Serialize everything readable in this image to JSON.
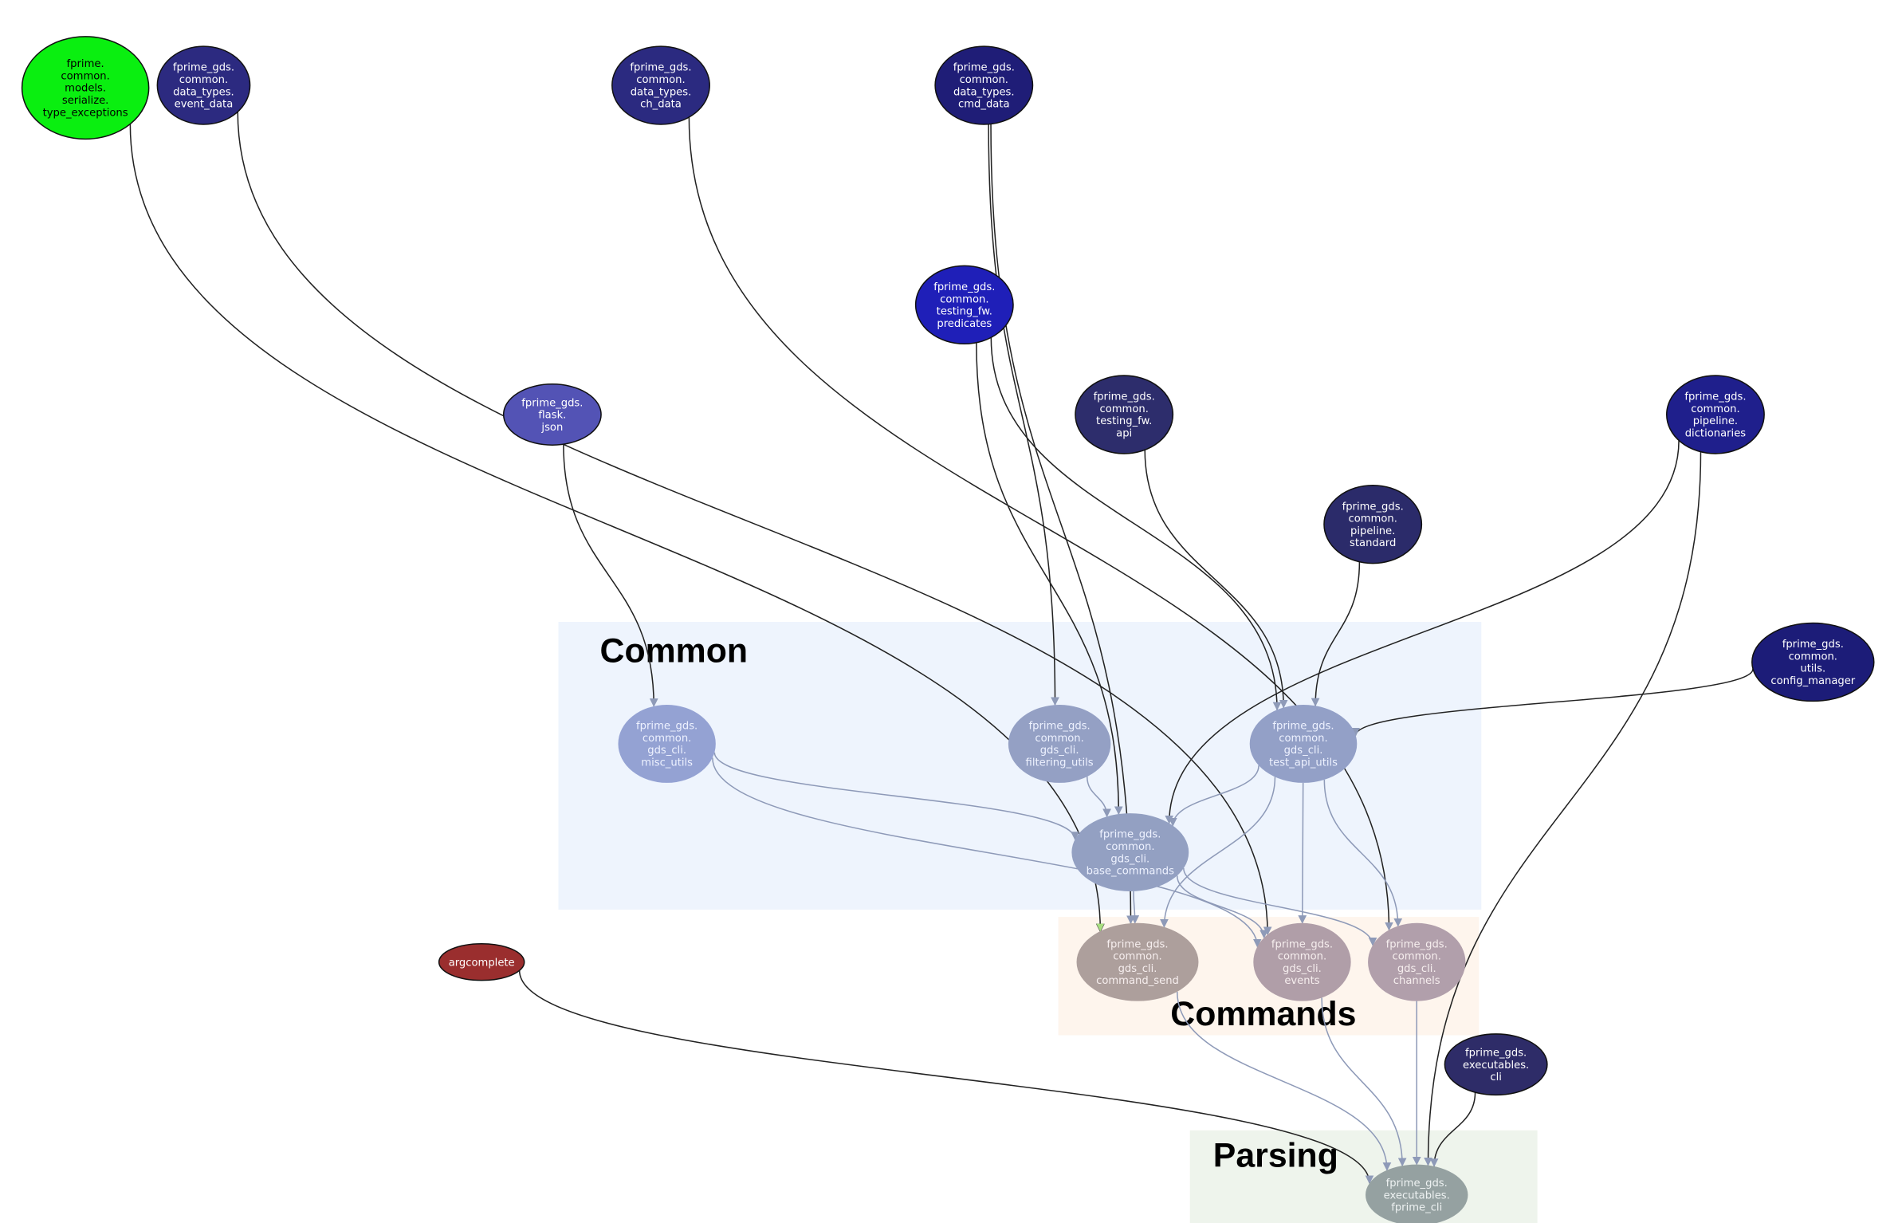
{
  "clusters": [
    {
      "id": "common",
      "title": "Common",
      "color": "#eef4fd"
    },
    {
      "id": "commands",
      "title": "Commands",
      "color": "#fef5ed"
    },
    {
      "id": "parsing",
      "title": "Parsing",
      "color": "#eef4ec"
    }
  ],
  "nodes": [
    {
      "id": "type_exceptions",
      "lines": [
        "fprime.",
        "common.",
        "models.",
        "serialize.",
        "type_exceptions"
      ],
      "fill": "#0aef10",
      "text": "#000000"
    },
    {
      "id": "event_data",
      "lines": [
        "fprime_gds.",
        "common.",
        "data_types.",
        "event_data"
      ],
      "fill": "#2c2a80",
      "text": "#ffffff"
    },
    {
      "id": "ch_data",
      "lines": [
        "fprime_gds.",
        "common.",
        "data_types.",
        "ch_data"
      ],
      "fill": "#2b2a80",
      "text": "#ffffff"
    },
    {
      "id": "cmd_data",
      "lines": [
        "fprime_gds.",
        "common.",
        "data_types.",
        "cmd_data"
      ],
      "fill": "#1f1d77",
      "text": "#ffffff"
    },
    {
      "id": "predicates",
      "lines": [
        "fprime_gds.",
        "common.",
        "testing_fw.",
        "predicates"
      ],
      "fill": "#1f1fb8",
      "text": "#ffffff"
    },
    {
      "id": "flask_json",
      "lines": [
        "fprime_gds.",
        "flask.",
        "json"
      ],
      "fill": "#5353b5",
      "text": "#ffffff"
    },
    {
      "id": "testing_api",
      "lines": [
        "fprime_gds.",
        "common.",
        "testing_fw.",
        "api"
      ],
      "fill": "#2d2d6c",
      "text": "#ffffff"
    },
    {
      "id": "dictionaries",
      "lines": [
        "fprime_gds.",
        "common.",
        "pipeline.",
        "dictionaries"
      ],
      "fill": "#1f1f8c",
      "text": "#ffffff"
    },
    {
      "id": "standard",
      "lines": [
        "fprime_gds.",
        "common.",
        "pipeline.",
        "standard"
      ],
      "fill": "#2b2b6a",
      "text": "#ffffff"
    },
    {
      "id": "config_manager",
      "lines": [
        "fprime_gds.",
        "common.",
        "utils.",
        "config_manager"
      ],
      "fill": "#1c1c78",
      "text": "#ffffff"
    },
    {
      "id": "misc_utils",
      "lines": [
        "fprime_gds.",
        "common.",
        "gds_cli.",
        "misc_utils"
      ],
      "fill": "#94a2d3",
      "text": "#eef2ff"
    },
    {
      "id": "filtering_utils",
      "lines": [
        "fprime_gds.",
        "common.",
        "gds_cli.",
        "filtering_utils"
      ],
      "fill": "#94a0c4",
      "text": "#eef2ff"
    },
    {
      "id": "test_api_utils",
      "lines": [
        "fprime_gds.",
        "common.",
        "gds_cli.",
        "test_api_utils"
      ],
      "fill": "#93a0c7",
      "text": "#eef2ff"
    },
    {
      "id": "base_commands",
      "lines": [
        "fprime_gds.",
        "common.",
        "gds_cli.",
        "base_commands"
      ],
      "fill": "#93a0c2",
      "text": "#eef2ff"
    },
    {
      "id": "command_send",
      "lines": [
        "fprime_gds.",
        "common.",
        "gds_cli.",
        "command_send"
      ],
      "fill": "#ad9f9c",
      "text": "#f6eeee"
    },
    {
      "id": "events",
      "lines": [
        "fprime_gds.",
        "common.",
        "gds_cli.",
        "events"
      ],
      "fill": "#b09ea8",
      "text": "#f6eeee"
    },
    {
      "id": "channels",
      "lines": [
        "fprime_gds.",
        "common.",
        "gds_cli.",
        "channels"
      ],
      "fill": "#b19fab",
      "text": "#f6eeee"
    },
    {
      "id": "argcomplete",
      "lines": [
        "argcomplete"
      ],
      "fill": "#9a2e2e",
      "text": "#ffffff"
    },
    {
      "id": "executables_cli",
      "lines": [
        "fprime_gds.",
        "executables.",
        "cli"
      ],
      "fill": "#2e2c68",
      "text": "#ffffff"
    },
    {
      "id": "fprime_cli",
      "lines": [
        "fprime_gds.",
        "executables.",
        "fprime_cli"
      ],
      "fill": "#95a1a1",
      "text": "#eef2f2"
    }
  ],
  "edges": [
    [
      "type_exceptions",
      "command_send"
    ],
    [
      "event_data",
      "events"
    ],
    [
      "ch_data",
      "channels"
    ],
    [
      "cmd_data",
      "command_send"
    ],
    [
      "cmd_data",
      "filtering_utils"
    ],
    [
      "flask_json",
      "misc_utils"
    ],
    [
      "predicates",
      "base_commands"
    ],
    [
      "predicates",
      "test_api_utils"
    ],
    [
      "testing_api",
      "test_api_utils"
    ],
    [
      "standard",
      "test_api_utils"
    ],
    [
      "dictionaries",
      "base_commands"
    ],
    [
      "dictionaries",
      "fprime_cli"
    ],
    [
      "config_manager",
      "test_api_utils"
    ],
    [
      "misc_utils",
      "base_commands"
    ],
    [
      "misc_utils",
      "events"
    ],
    [
      "filtering_utils",
      "base_commands"
    ],
    [
      "test_api_utils",
      "base_commands"
    ],
    [
      "test_api_utils",
      "command_send"
    ],
    [
      "test_api_utils",
      "events"
    ],
    [
      "test_api_utils",
      "channels"
    ],
    [
      "base_commands",
      "command_send"
    ],
    [
      "base_commands",
      "events"
    ],
    [
      "base_commands",
      "channels"
    ],
    [
      "command_send",
      "fprime_cli"
    ],
    [
      "events",
      "fprime_cli"
    ],
    [
      "channels",
      "fprime_cli"
    ],
    [
      "argcomplete",
      "fprime_cli"
    ],
    [
      "executables_cli",
      "fprime_cli"
    ]
  ]
}
